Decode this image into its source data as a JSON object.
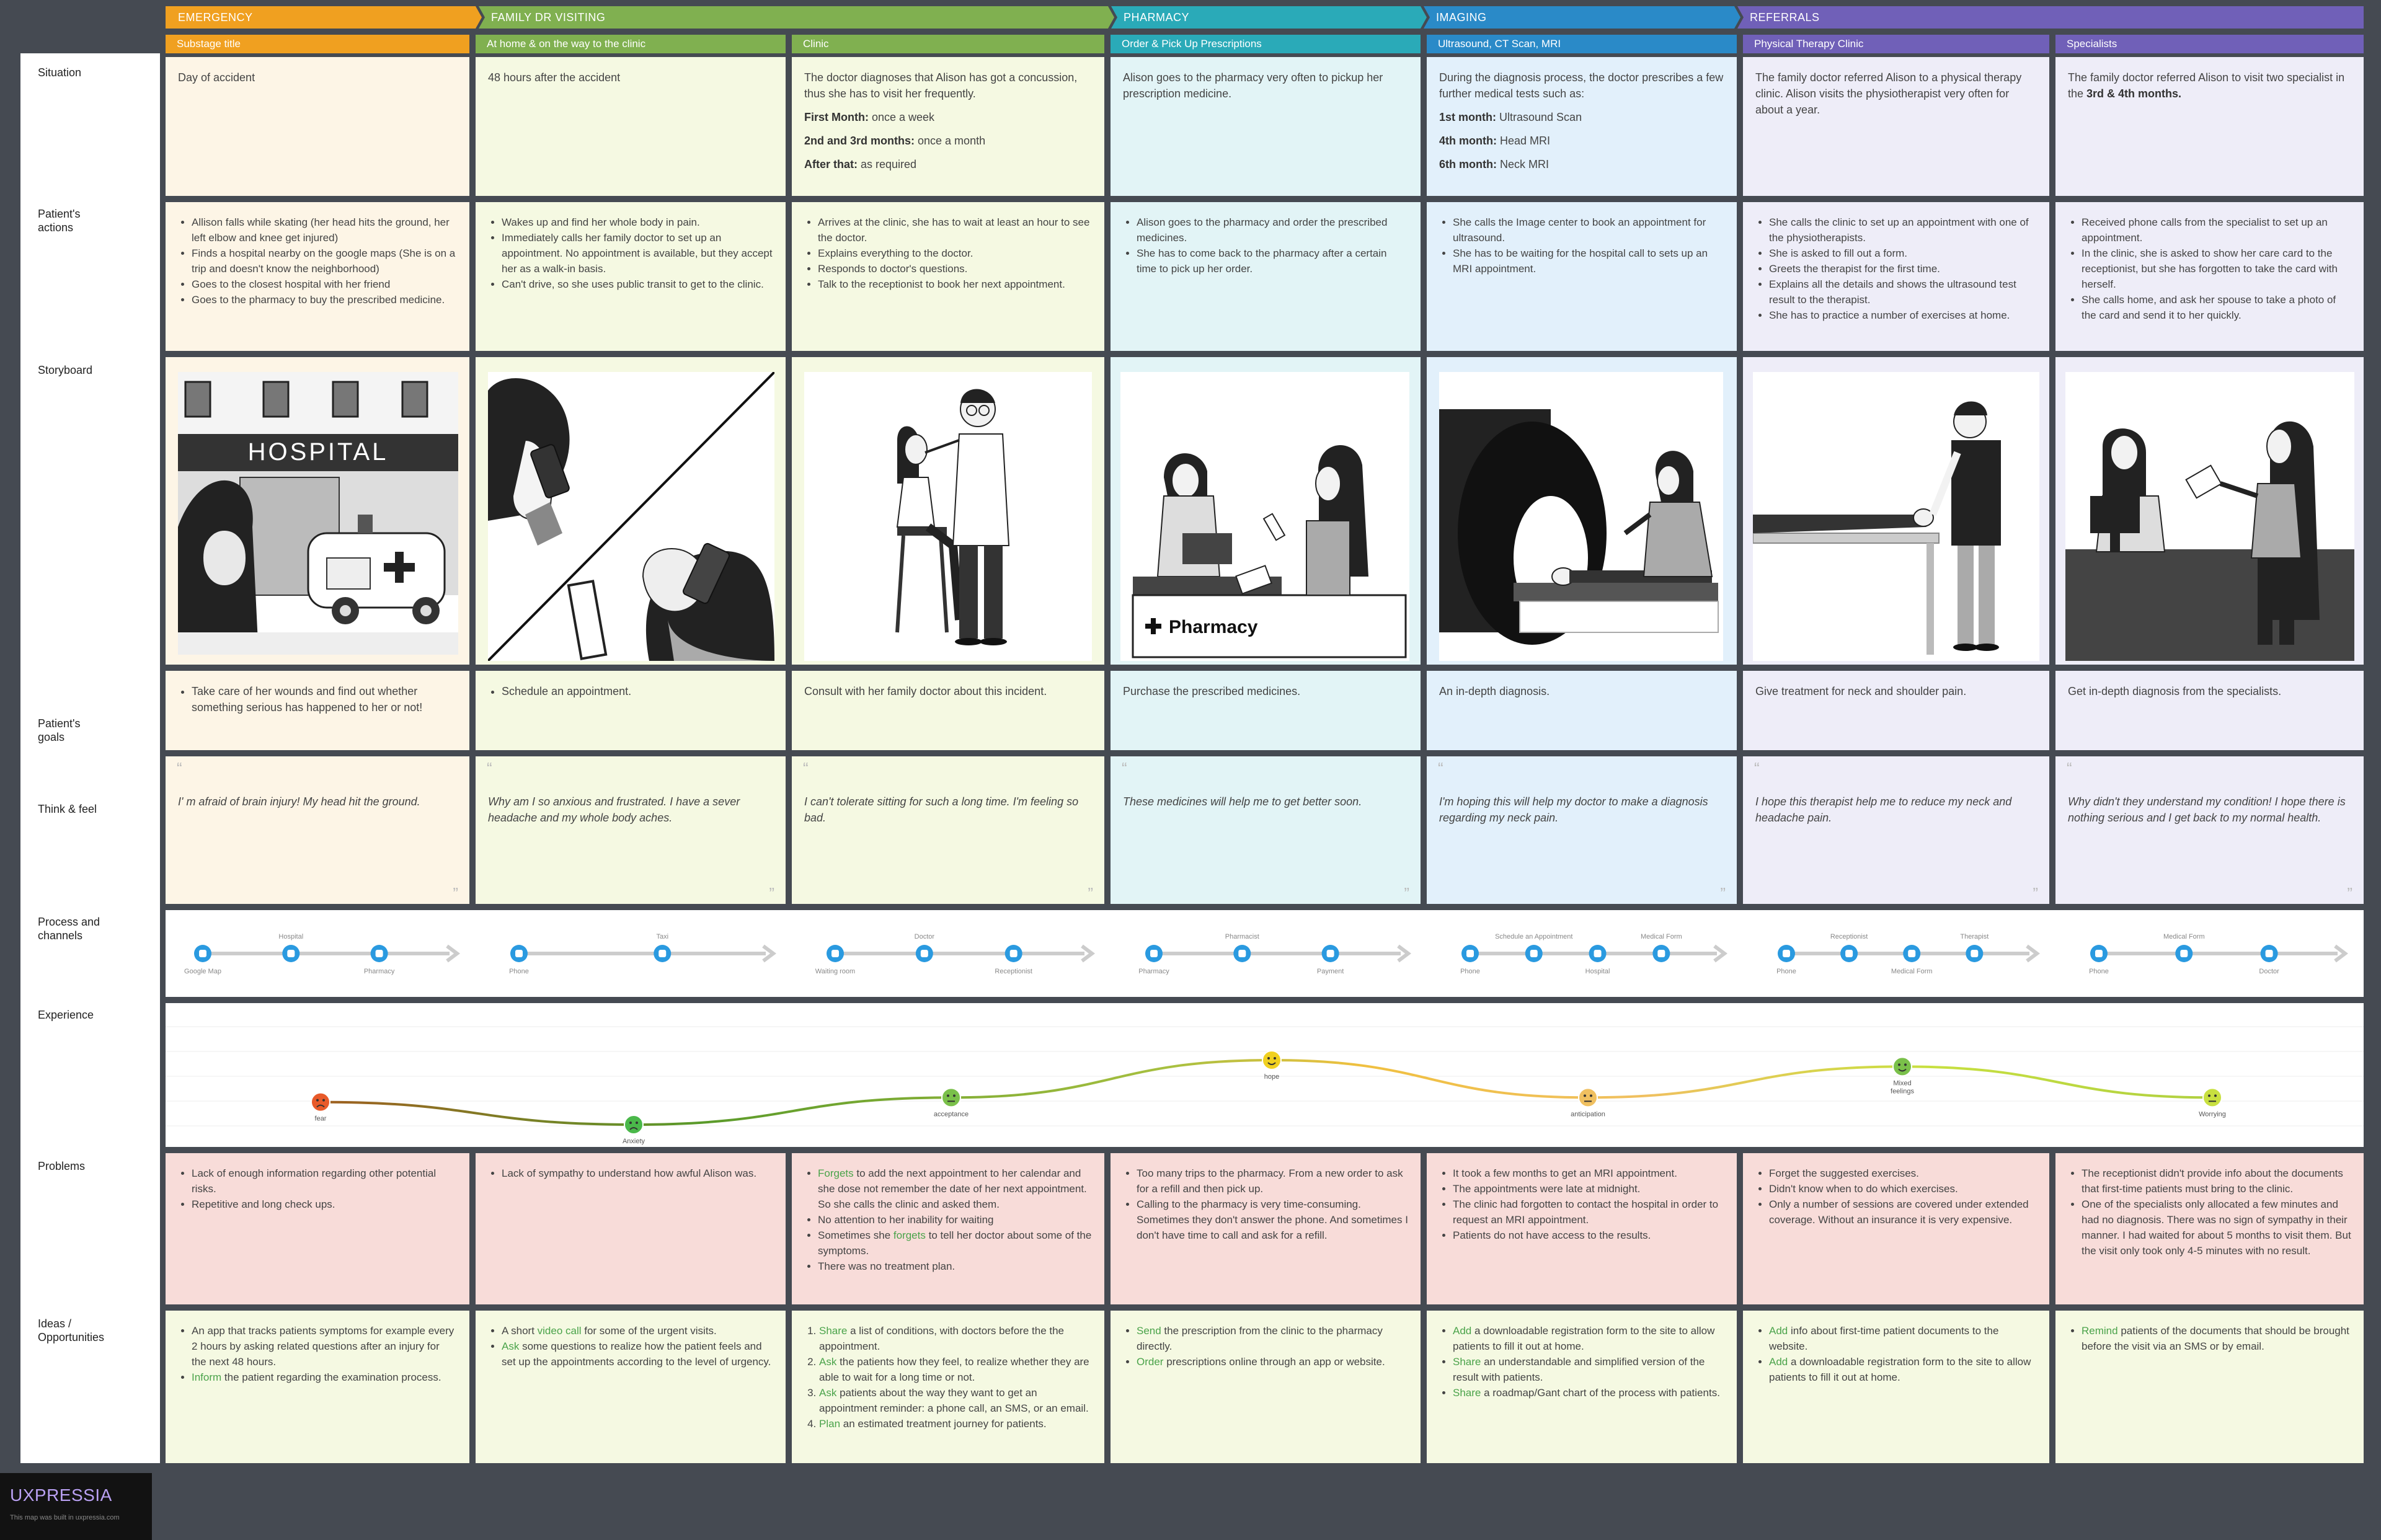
{
  "stages": [
    {
      "label": "EMERGENCY",
      "color": "#f0a020"
    },
    {
      "label": "FAMILY DR VISITING",
      "color": "#80b050"
    },
    {
      "label": "PHARMACY",
      "color": "#2aaab8"
    },
    {
      "label": "IMAGING",
      "color": "#2a8ac8"
    },
    {
      "label": "REFERRALS",
      "color": "#7060b8"
    }
  ],
  "substages": [
    {
      "label": "Substage title",
      "color": "#f0a020",
      "bg": "#fdf5e6"
    },
    {
      "label": "At home & on the way to the clinic",
      "color": "#80b050",
      "bg": "#f5f9e2"
    },
    {
      "label": "Clinic",
      "color": "#80b050",
      "bg": "#f5f9e2"
    },
    {
      "label": "Order & Pick Up Prescriptions",
      "color": "#2aaab8",
      "bg": "#e2f4f6"
    },
    {
      "label": "Ultrasound, CT Scan, MRI",
      "color": "#2a8ac8",
      "bg": "#e2f0fb"
    },
    {
      "label": "Physical Therapy Clinic",
      "color": "#7060b8",
      "bg": "#eeedf8"
    },
    {
      "label": "Specialists",
      "color": "#7060b8",
      "bg": "#eeedf8"
    }
  ],
  "row_labels": {
    "situation": "Situation",
    "actions": "Patient's actions",
    "storyboard": "Storyboard",
    "goals": "Patient's goals",
    "think": "Think & feel",
    "process": "Process and channels",
    "experience": "Experience",
    "problems": "Problems",
    "ideas": "Ideas / Opportunities"
  },
  "situation": {
    "c0": "Day of accident",
    "c1": "48 hours after the accident",
    "c2_intro": "The doctor diagnoses that Alison has got a concussion, thus she has to visit her frequently.",
    "c2_l1_b": "First Month:",
    "c2_l1": " once a week",
    "c2_l2_b": "2nd and 3rd months:",
    "c2_l2": " once a month",
    "c2_l3_b": "After that:",
    "c2_l3": " as required",
    "c3": "Alison goes to the pharmacy very often to pickup her prescription medicine.",
    "c4_intro": "During the diagnosis process, the doctor prescribes a few further medical tests such as:",
    "c4_l1_b": "1st month:",
    "c4_l1": " Ultrasound Scan",
    "c4_l2_b": "4th month:",
    "c4_l2": "  Head MRI",
    "c4_l3_b": "6th month:",
    "c4_l3": " Neck MRI",
    "c5": "The family doctor referred Alison to a physical therapy clinic. Alison visits the physiotherapist very often for about a year.",
    "c6_a": "The family doctor referred Alison to visit two specialist in the ",
    "c6_b": "3rd & 4th months."
  },
  "actions": {
    "c0": [
      "Allison falls while skating (her head hits the ground, her left elbow and knee get injured)",
      "Finds a hospital nearby on the google maps (She is on a trip and doesn't know the neighborhood)",
      "Goes to the closest hospital with her friend",
      "Goes to the pharmacy to buy the prescribed medicine."
    ],
    "c1": [
      "Wakes up and find her whole body in pain.",
      "Immediately calls her family doctor to set up an appointment. No appointment is available, but they accept her as a walk-in basis.",
      "Can't drive, so she uses public transit to get to the clinic."
    ],
    "c2": [
      "Arrives at the clinic,  she has to wait at least an hour to see the doctor.",
      "Explains everything to the doctor.",
      "Responds to doctor's questions.",
      "Talk to the receptionist to book her next appointment."
    ],
    "c3": [
      "Alison goes to the pharmacy and order the prescribed medicines.",
      "She has to come back to the pharmacy after a certain time to pick up her order."
    ],
    "c4": [
      "She calls the Image center to book an appointment for ultrasound.",
      "She has to be waiting for the hospital call to sets up an MRI appointment."
    ],
    "c5": [
      "She calls the clinic to set up an appointment with one of the physiotherapists.",
      "She is asked to fill out a form.",
      "Greets the therapist for the first time.",
      "Explains all the details and shows the ultrasound test result to the therapist.",
      "She has to practice a number of exercises at home."
    ],
    "c6": [
      "Received phone calls from the specialist to set up an appointment.",
      "In the clinic, she is asked to show her care card to the receptionist, but she has forgotten to take the card with herself.",
      "She calls home, and ask her spouse to take a photo of the card and send it to her quickly."
    ]
  },
  "storyboard": {
    "hospital_sign": "HOSPITAL",
    "pharmacy_sign": "Pharmacy"
  },
  "goals": {
    "c0": "Take care of her wounds and find out whether something serious has happened to her or not!",
    "c1": "Schedule an appointment.",
    "c2": "Consult with her family doctor about this incident.",
    "c3": "Purchase the prescribed medicines.",
    "c4": "An in-depth diagnosis.",
    "c5": "Give treatment for neck and shoulder pain.",
    "c6": "Get in-depth diagnosis from the specialists."
  },
  "think": {
    "c0": "I' m afraid of brain injury! My head hit the ground.",
    "c1": "Why am I so anxious and frustrated. I have a sever headache and my whole body aches.",
    "c2": "I can't tolerate sitting for such a long time. I'm feeling so bad.",
    "c3": "These medicines will help me to get better soon.",
    "c4": "I'm hoping this will help my doctor to make a diagnosis regarding my neck pain.",
    "c5": "I hope this therapist help me to reduce my neck and headache pain.",
    "c6": "Why didn't they understand my condition! I hope there is nothing serious and I get back to my normal health.",
    "open_quote": "“",
    "close_quote": "”"
  },
  "process": [
    {
      "top": [
        "Hospital"
      ],
      "bottom": [
        "Google Map",
        "Pharmacy"
      ]
    },
    {
      "top": [
        "Taxi"
      ],
      "bottom": [
        "Phone"
      ]
    },
    {
      "top": [
        "Doctor"
      ],
      "bottom": [
        "Waiting room",
        "Receptionist"
      ]
    },
    {
      "top": [
        "Pharmacist"
      ],
      "bottom": [
        "Pharmacy",
        "Payment"
      ]
    },
    {
      "top": [
        "Schedule an Appointment",
        "Medical Form"
      ],
      "bottom": [
        "Phone",
        "Hospital"
      ]
    },
    {
      "top": [
        "Receptionist",
        "Therapist"
      ],
      "bottom": [
        "Phone",
        "Medical Form"
      ]
    },
    {
      "top": [
        "Medical Form"
      ],
      "bottom": [
        "Phone",
        "Doctor"
      ]
    }
  ],
  "experience": {
    "points": [
      {
        "label": "fear",
        "level": 0.35,
        "color": "#e85a2a",
        "face": "angry"
      },
      {
        "label": "Anxiety",
        "level": 0.0,
        "color": "#4ab84a",
        "face": "sad"
      },
      {
        "label": "acceptance",
        "level": 0.42,
        "color": "#7ac04a",
        "face": "neutral"
      },
      {
        "label": "hope",
        "level": 1.0,
        "color": "#f0d020",
        "face": "happy"
      },
      {
        "label": "anticipation",
        "level": 0.42,
        "color": "#f0c060",
        "face": "neutral"
      },
      {
        "label": "Mixed feelings",
        "level": 0.9,
        "color": "#7ac04a",
        "face": "happy"
      },
      {
        "label": "Worrying",
        "level": 0.42,
        "color": "#c8e040",
        "face": "neutral"
      }
    ]
  },
  "problems": {
    "c0": [
      "Lack of enough information regarding other potential risks.",
      "Repetitive and long check ups."
    ],
    "c1": [
      "Lack of sympathy to understand how awful Alison was."
    ],
    "c2_a1_g": "Forgets",
    "c2_a1": " to add the next appointment to her calendar and she dose not remember the date of her next appointment. So she calls the clinic and asked them.",
    "c2_a2": "No attention to her inability for waiting",
    "c2_a3_pre": "Sometimes she ",
    "c2_a3_g": "forgets",
    "c2_a3": " to tell her doctor about some of the symptoms.",
    "c2_a4": "There was no treatment plan.",
    "c3": [
      "Too many trips to the pharmacy. From a new order to ask for a refill and then pick up.",
      "Calling to the pharmacy is very time-consuming. Sometimes they don't answer the phone. And sometimes I don't have time to call and ask for a refill."
    ],
    "c4": [
      "It took a few months to get an MRI appointment.",
      "The appointments were late at midnight.",
      "The clinic had forgotten to contact the hospital in order to request an MRI appointment.",
      "Patients do not have access to the results."
    ],
    "c5": [
      "Forget the suggested exercises.",
      "Didn't know when to do which exercises.",
      "Only a number of sessions are covered under extended coverage. Without an insurance it is very expensive."
    ],
    "c6": [
      "The receptionist didn't provide info about the documents that first-time patients must bring to the clinic.",
      "One of the specialists only allocated a few minutes and had no diagnosis. There was no sign of sympathy in their manner. I had waited for about 5 months to visit them. But the visit only took only 4-5 minutes with no result."
    ]
  },
  "ideas": {
    "c0_a1": "An app that tracks patients symptoms for example every 2 hours by asking related questions after an injury for the next 48 hours.",
    "c0_a2_g": "Inform",
    "c0_a2": " the patient regarding the examination process.",
    "c1_a1_pre": "A short ",
    "c1_a1_g": "video call",
    "c1_a1": " for some of the urgent visits.",
    "c1_a2_g": "Ask",
    "c1_a2": " some questions to realize how the patient feels and set up the appointments according to the level of urgency.",
    "c2_a1_g": "Share",
    "c2_a1": " a list of conditions, with doctors before the the appointment.",
    "c2_a2_g": "Ask",
    "c2_a2": " the patients how they feel, to realize whether they are able to wait for a long time or not.",
    "c2_a3_g": "Ask",
    "c2_a3": " patients about the way they want to get an appointment reminder: a phone call, an SMS, or an email.",
    "c2_a4_g": "Plan",
    "c2_a4": " an estimated treatment journey for patients.",
    "c3_a1_g": "Send",
    "c3_a1": " the prescription from the clinic to the pharmacy directly.",
    "c3_a2_g": "Order",
    "c3_a2": " prescriptions online through an app or website.",
    "c4_a1_g": "Add",
    "c4_a1": " a downloadable registration form to the site to allow patients to fill it out at home.",
    "c4_a2_g": "Share",
    "c4_a2": " an understandable and simplified version of the result with patients.",
    "c4_a3_g": "Share",
    "c4_a3": " a roadmap/Gant chart of the process with patients.",
    "c5_a1_g": "Add",
    "c5_a1": " info about first-time patient documents to the website.",
    "c5_a2_g": "Add",
    "c5_a2": " a downloadable registration form to the site to allow patients to fill it out at home.",
    "c6_a1_g": "Remind",
    "c6_a1": " patients of the documents that should be brought before the visit via an SMS or by email."
  },
  "brand": {
    "logo": "UXPRESSIA",
    "tagline": "This map was built in uxpressia.com"
  },
  "colors": {
    "emergency": "#f0a020",
    "family": "#80b050",
    "pharmacy": "#2aaab8",
    "imaging": "#2a8ac8",
    "referrals": "#7060b8",
    "problems_bg": "#f8dcd9",
    "ideas_bg": "#f5f9e2",
    "channel_blue": "#2a9ae0",
    "green_text": "#4aa34a"
  }
}
